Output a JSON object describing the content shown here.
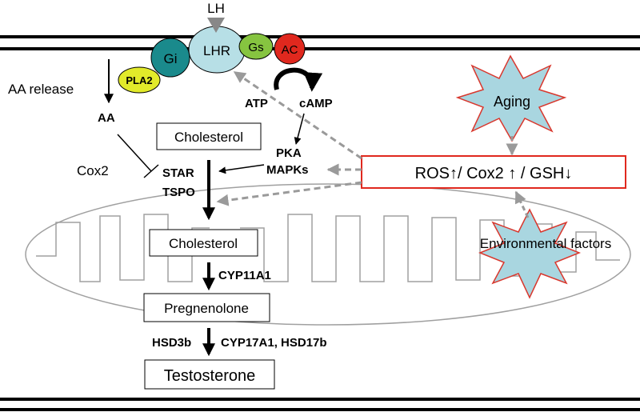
{
  "receptor": {
    "ligand": "LH",
    "receptor": "LHR",
    "gi": "Gi",
    "gs": "Gs",
    "ac": "AC",
    "pla2": "PLA2"
  },
  "labels": {
    "aa_release": "AA release",
    "aa": "AA",
    "cox2": "Cox2",
    "atp": "ATP",
    "camp": "cAMP",
    "pka": "PKA",
    "mapks": "MAPKs",
    "star": "STAR",
    "tspo": "TSPO",
    "cyp11a1": "CYP11A1",
    "hsd3b": "HSD3b",
    "cyp17a1_hsd17b": "CYP17A1, HSD17b"
  },
  "boxes": {
    "cholesterol_cytosol": "Cholesterol",
    "cholesterol_mito": "Cholesterol",
    "pregnenolone": "Pregnenolone",
    "testosterone": "Testosterone"
  },
  "stress": {
    "ros_box": "ROS↑/ Cox2 ↑ / GSH↓",
    "aging": "Aging",
    "environmental": "Environmental factors"
  },
  "colors": {
    "gi": "#1a8a8c",
    "lhr": "#b7dfe6",
    "gs": "#86c440",
    "ac": "#e0281e",
    "pla2": "#e2ea2a",
    "burst": "#a9d6e0",
    "burst_stroke": "#d9382e",
    "ros": "#e0281e",
    "dashed": "#9a9a9a",
    "mito": "#a0a0a0"
  }
}
